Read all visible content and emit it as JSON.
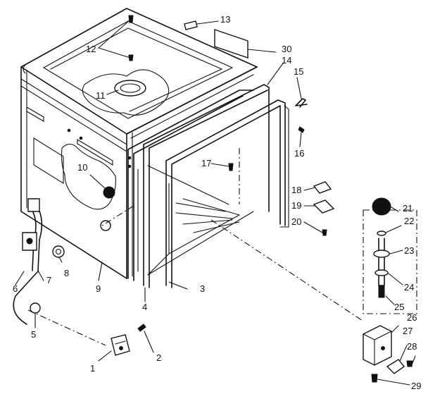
{
  "labels": {
    "p1": "1",
    "p2": "2",
    "p3": "3",
    "p4": "4",
    "p5": "5",
    "p6": "6",
    "p7": "7",
    "p8": "8",
    "p9": "9",
    "p10": "10",
    "p11": "11",
    "p12": "12",
    "p13": "13",
    "p14": "14",
    "p15": "15",
    "p16": "16",
    "p17": "17",
    "p18": "18",
    "p19": "19",
    "p20": "20",
    "p21": "21",
    "p22": "22",
    "p23": "23",
    "p24": "24",
    "p25": "25",
    "p26": "26",
    "p27": "27",
    "p28": "28",
    "p29": "29",
    "p30": "30"
  }
}
